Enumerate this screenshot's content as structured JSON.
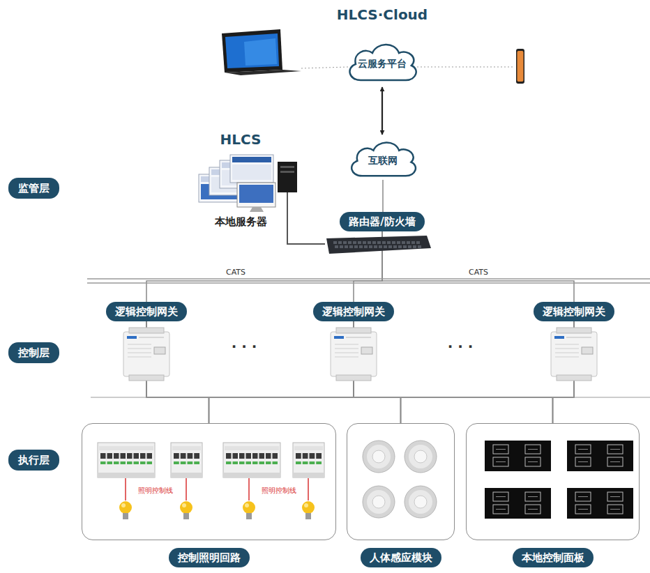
{
  "diagram": {
    "nodes": [
      {
        "text": [
          "HLCS·Cloud",
          "云服务平台"
        ]
      },
      {
        "text": [
          "互联网"
        ]
      },
      {
        "text": [
          "监管层"
        ]
      },
      {
        "text": [
          "路由器/防火墙"
        ]
      },
      {
        "text": [
          "控制层"
        ]
      },
      {
        "text": [
          "逻辑控制网关"
        ]
      },
      {
        "text": [
          "逻辑控制网关"
        ]
      },
      {
        "text": [
          "逻辑控制网关"
        ]
      },
      {
        "text": [
          "执行层"
        ]
      },
      {
        "text": [
          "控制照明回路"
        ]
      },
      {
        "text": [
          "人体感应模块"
        ]
      },
      {
        "text": [
          "本地控制面板"
        ]
      }
    ],
    "edges": [
      {
        "from": 0,
        "to": 1,
        "arrow": "both"
      },
      {
        "from": 1,
        "to": 3,
        "arrow": "none"
      },
      {
        "from": 3,
        "to": 5,
        "arrow": "none"
      },
      {
        "from": 3,
        "to": 6,
        "arrow": "none"
      },
      {
        "from": 3,
        "to": 7,
        "arrow": "none"
      },
      {
        "from": 5,
        "to": 9,
        "arrow": "none"
      },
      {
        "from": 5,
        "to": 10,
        "arrow": "none"
      },
      {
        "from": 5,
        "to": 11,
        "arrow": "none"
      },
      {
        "from": 6,
        "to": 9,
        "arrow": "none"
      },
      {
        "from": 6,
        "to": 10,
        "arrow": "none"
      },
      {
        "from": 6,
        "to": 11,
        "arrow": "none"
      },
      {
        "from": 7,
        "to": 9,
        "arrow": "none"
      },
      {
        "from": 7,
        "to": 10,
        "arrow": "none"
      },
      {
        "from": 7,
        "to": 11,
        "arrow": "none"
      }
    ],
    "labels": [
      "HLCS",
      "本地服务器",
      "CATS",
      "CATS",
      "· · ·",
      "· · ·",
      "照明控制线",
      "照明控制线"
    ]
  }
}
